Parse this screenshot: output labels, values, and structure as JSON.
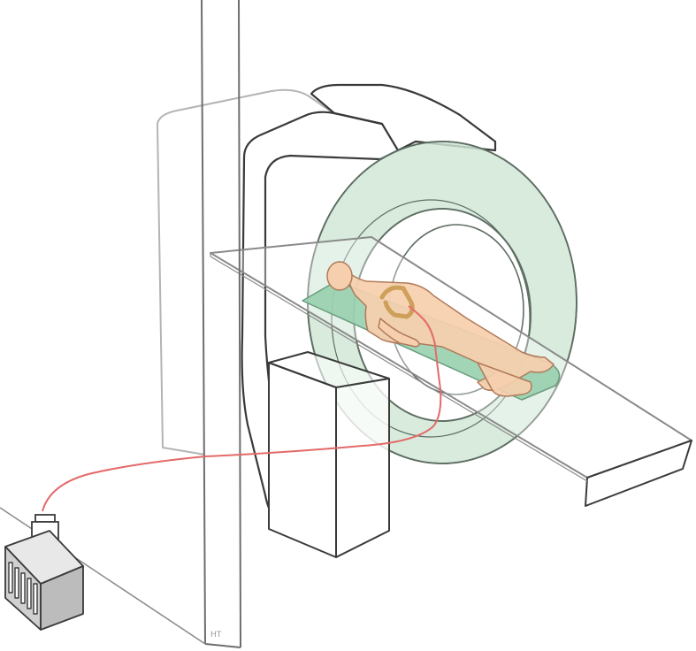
{
  "diagram": {
    "signature_text": "HT",
    "colors": {
      "outline": "#3a3a3a",
      "wall_line": "#6e6e6e",
      "faint_line": "#b4b4b4",
      "gantry_ring": "#cfe6d6",
      "gantry_ring_edge": "#5f6e63",
      "table_mat": "#98cfae",
      "skin": "#f6cfae",
      "skin_edge": "#b07a5a",
      "organ": "#c8964b",
      "tube": "#e46a6a",
      "injector_body": "#d8d8d8",
      "vial_liquid": "#6fa8c8"
    },
    "components": [
      "mri-scanner",
      "patient",
      "table",
      "wall",
      "infusion-tube",
      "injector-device",
      "contrast-vial"
    ]
  }
}
